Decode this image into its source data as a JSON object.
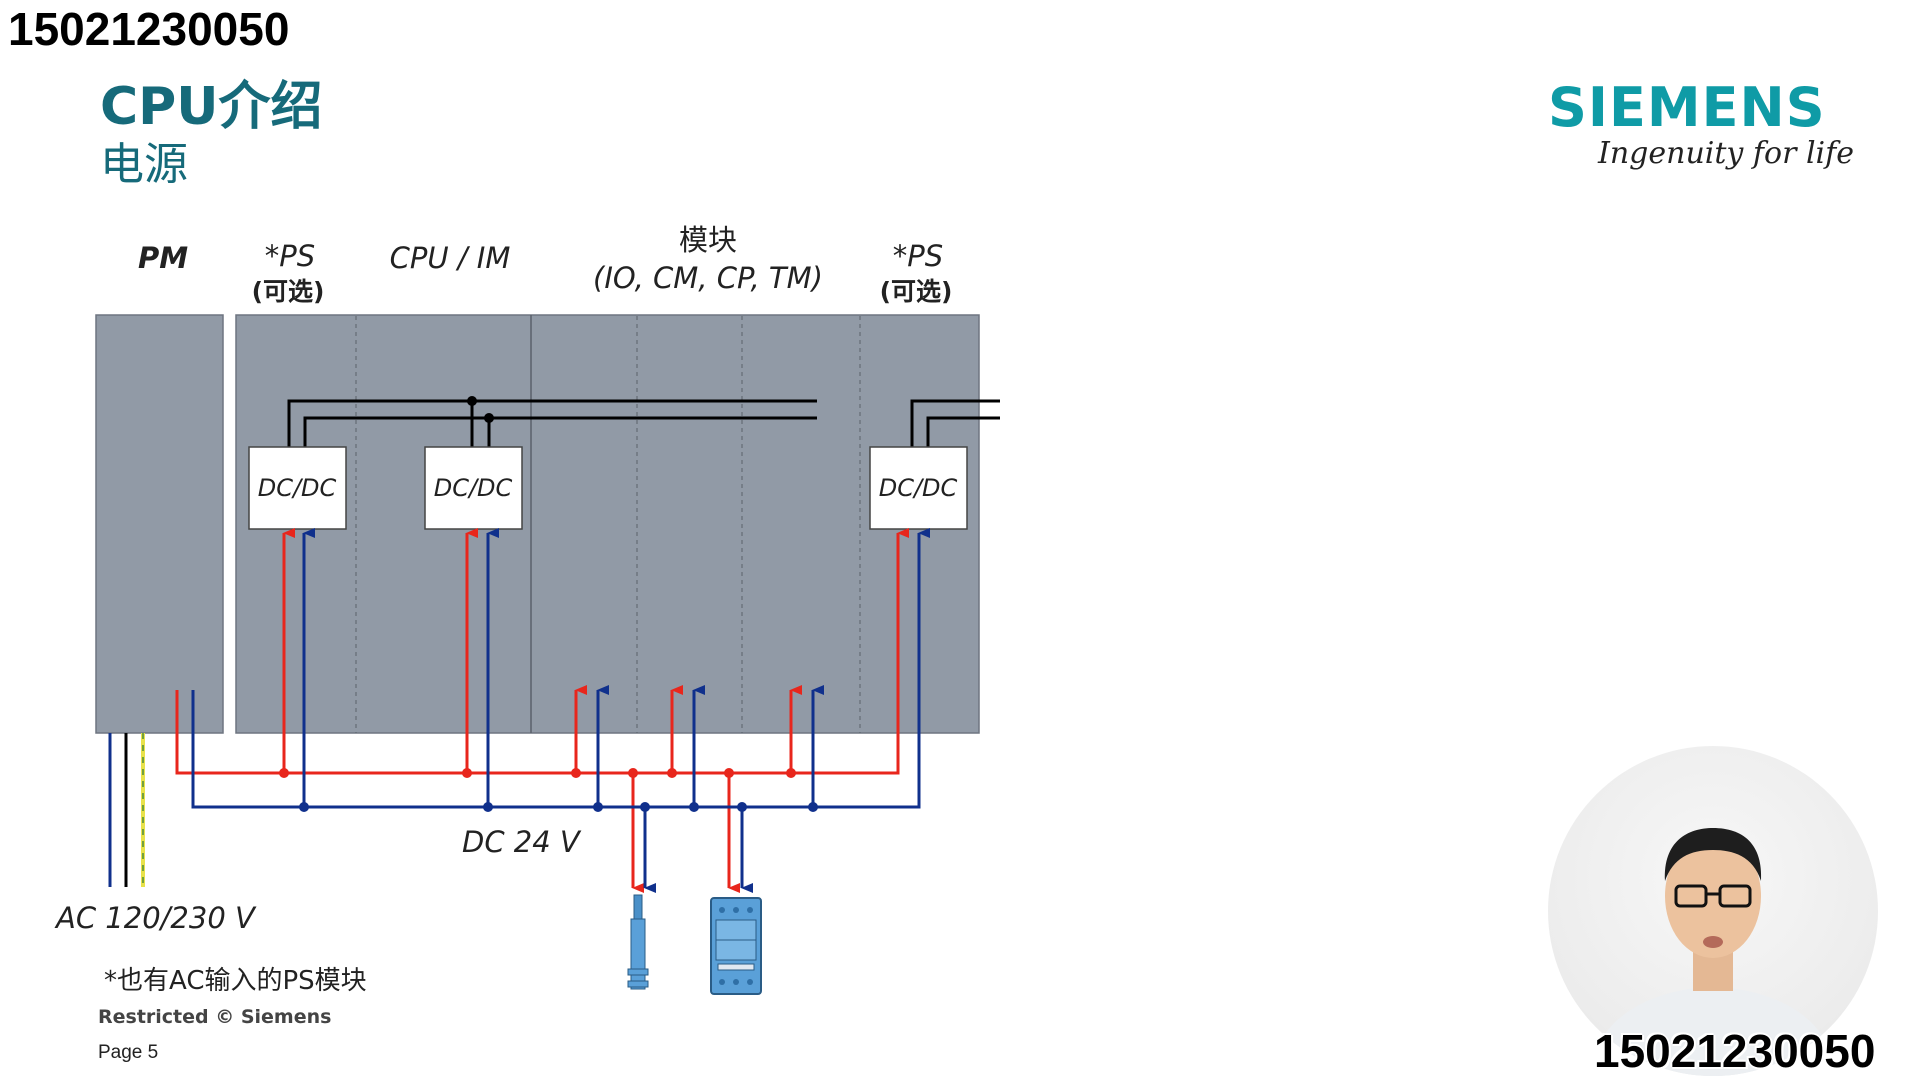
{
  "watermark_top": "15021230050",
  "watermark_bottom": "15021230050",
  "title": "CPU介绍",
  "subtitle": "电源",
  "brand": {
    "name": "SIEMENS",
    "slogan": "Ingenuity for life"
  },
  "diagram": {
    "slot_labels": {
      "pm": "PM",
      "ps_left": "*PS",
      "ps_left_note": "(可选)",
      "cpu": "CPU / IM",
      "modules": "模块",
      "modules_list": "(IO, CM, CP, TM)",
      "ps_right": "*PS",
      "ps_right_note": "(可选)"
    },
    "converter_label": "DC/DC",
    "dc_voltage": "DC 24 V",
    "ac_voltage": "AC 120/230 V",
    "colors": {
      "positive": "#e8261c",
      "negative": "#10308c",
      "module": "#919aa6",
      "ground": "#e8e24a"
    }
  },
  "footnote": "*也有AC输入的PS模块",
  "footer": {
    "restricted": "Restricted © Siemens",
    "page": "Page 5"
  }
}
